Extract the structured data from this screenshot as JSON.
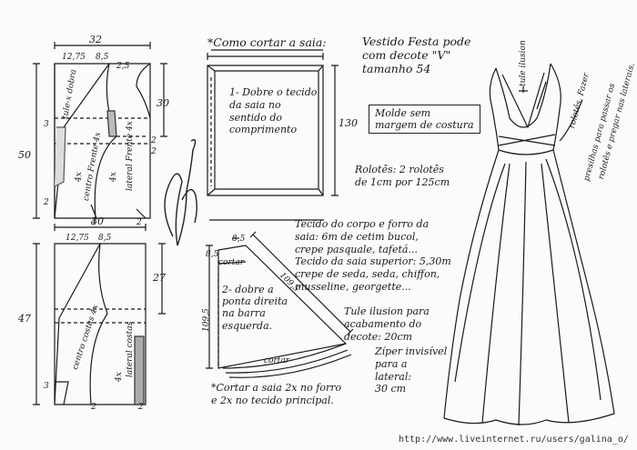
{
  "front": {
    "width": "32",
    "neck": "12,75",
    "shoulder": "8,5",
    "armhole": "2,5",
    "height": "50",
    "side": "30",
    "mark2a": "2",
    "mark2b": "2",
    "mark3": "3",
    "mark2c": "2",
    "mark4": "4",
    "mark2d": "2",
    "tule": "tule-x dobra",
    "center": "centro Frente 4x",
    "lateral": "lateral Frente 4x",
    "cut": "4x"
  },
  "back": {
    "width": "30",
    "neck": "12,75",
    "shoulder": "8,5",
    "height": "47",
    "side": "27",
    "mark3": "3",
    "mark2a": "2",
    "mark2b": "2",
    "center": "centro costas 4x",
    "lateral": "lateral costas",
    "cut": "4x"
  },
  "skirt": {
    "heading": "*Como cortar a saia:",
    "width": "",
    "length": "130",
    "step1": [
      "1- Dobre o tecido",
      "da saia no",
      "sentido do",
      "comprimento"
    ]
  },
  "triangle": {
    "top": "8,5",
    "side": "8,5",
    "cut1": "cortar",
    "diag": "109,5",
    "height": "109,5",
    "step2": [
      "2- dobre a",
      "ponta direita",
      "na barra",
      "esquerda."
    ],
    "cut2": "cortar",
    "note": [
      "*Cortar a saia 2x no forro",
      "e 2x no tecido principal."
    ]
  },
  "title": [
    "Vestido Festa pode",
    "com decote \"V\"",
    "tamanho 54"
  ],
  "seam": [
    "Molde sem",
    "margem de costura"
  ],
  "rosettes": [
    "Rolotês: 2 rolotês",
    "de 1cm por 125cm"
  ],
  "fabric": [
    "Tecido do corpo e forro da",
    "saia: 6m de cetim bucol,",
    "crepe pasquale, tafetá...",
    "Tecido da saia superior: 5,30m",
    "crepe de seda, seda, chiffon,",
    "musseline, georgette..."
  ],
  "tulle": [
    "Tule ilusion para",
    "acabamento do",
    "decote: 20cm"
  ],
  "zipper": [
    "Zíper invisível",
    "para a",
    "lateral:",
    "30 cm"
  ],
  "dress": {
    "tulle": "tule ilusion",
    "note": [
      "rolotês. Fazer",
      "presilhas para passar os",
      "rolotês e pregar nas laterais."
    ]
  },
  "footer": {
    "url": "http://www.liveinternet.ru/users/galina_o/"
  }
}
